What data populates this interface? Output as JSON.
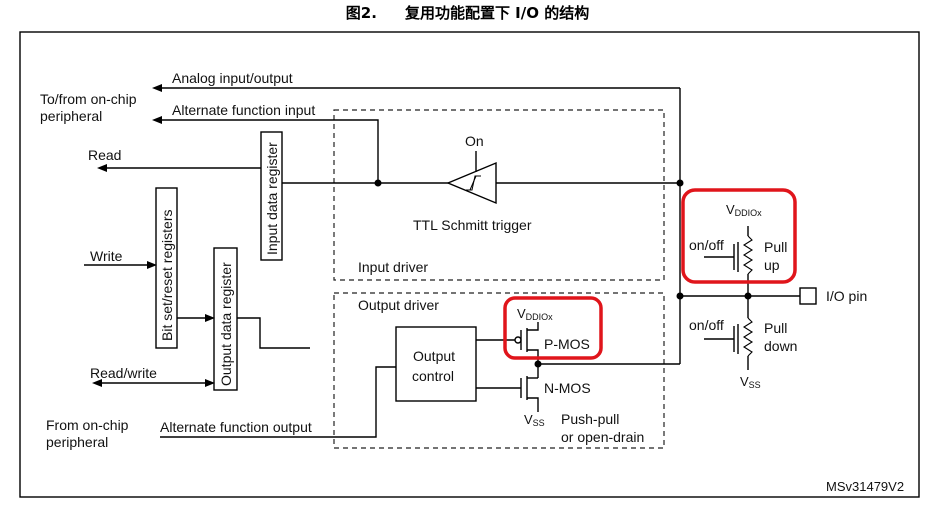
{
  "caption": {
    "number": "图2.",
    "title": "复用功能配置下 I/O 的结构"
  },
  "labels": {
    "to_from_line1": "To/from on-chip",
    "to_from_line2": "peripheral",
    "analog_io": "Analog input/output",
    "alt_func_input": "Alternate function input",
    "read": "Read",
    "write": "Write",
    "read_write": "Read/write",
    "from_line1": "From on-chip",
    "from_line2": "peripheral",
    "alt_func_output": "Alternate function output",
    "input_data_register": "Input data register",
    "bit_set_reset_registers": "Bit set/reset registers",
    "output_data_register": "Output data register",
    "on": "On",
    "ttl_schmitt_trigger": "TTL Schmitt trigger",
    "input_driver": "Input driver",
    "output_driver": "Output driver",
    "output_control_line1": "Output",
    "output_control_line2": "control",
    "vddiox_main": "V",
    "vddiox_sub": "DDIOx",
    "pmos": "P-MOS",
    "nmos": "N-MOS",
    "vss_main": "V",
    "vss_sub": "SS",
    "push_pull_line1": "Push-pull",
    "push_pull_line2": "or open-drain",
    "on_off": "on/off",
    "pull_up_line1": "Pull",
    "pull_up_line2": "up",
    "pull_down_line1": "Pull",
    "pull_down_line2": "down",
    "io_pin": "I/O pin",
    "figure_code": "MSv31479V2"
  },
  "colors": {
    "highlight": "#e0151b",
    "line": "#000000",
    "background": "#ffffff"
  }
}
